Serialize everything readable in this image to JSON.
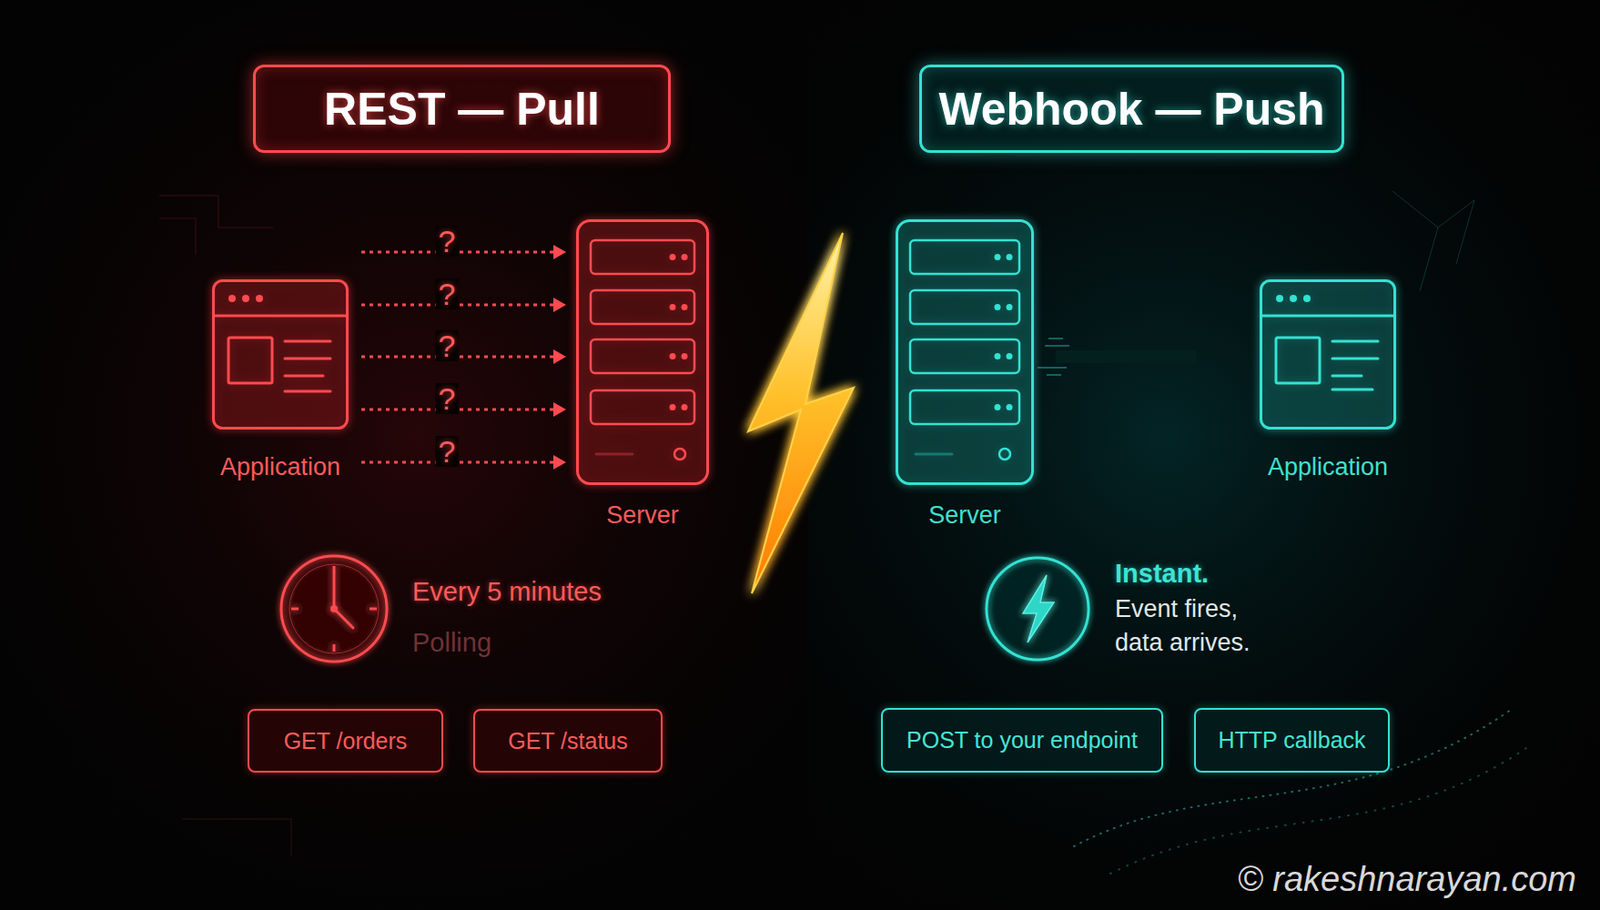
{
  "diagram": {
    "nodes": [
      {
        "text": [
          "REST — Pull"
        ]
      },
      {
        "text": [
          "Application"
        ]
      },
      {
        "text": [
          "Server"
        ]
      },
      {
        "text": [
          "GET /orders"
        ]
      },
      {
        "text": [
          "GET /status"
        ]
      },
      {
        "text": [
          "Webhook — Push"
        ]
      },
      {
        "text": [
          "Server"
        ]
      },
      {
        "text": [
          "Application"
        ]
      },
      {
        "text": [
          "POST to your endpoint"
        ]
      },
      {
        "text": [
          "HTTP callback"
        ]
      }
    ],
    "edges": [
      {
        "from": 1,
        "to": 2,
        "label": "?",
        "arrow": "to"
      },
      {
        "from": 1,
        "to": 2,
        "label": "?",
        "arrow": "to"
      },
      {
        "from": 1,
        "to": 2,
        "label": "?",
        "arrow": "to"
      },
      {
        "from": 1,
        "to": 2,
        "label": "?",
        "arrow": "to"
      },
      {
        "from": 1,
        "to": 2,
        "label": "?",
        "arrow": "to"
      },
      {
        "from": 6,
        "to": 7,
        "arrow": "to"
      }
    ],
    "labels": [
      "Every 5 minutes",
      "Polling",
      "Instant.",
      "Event fires, data arrives.",
      "© rakeshnarayan.com"
    ]
  }
}
